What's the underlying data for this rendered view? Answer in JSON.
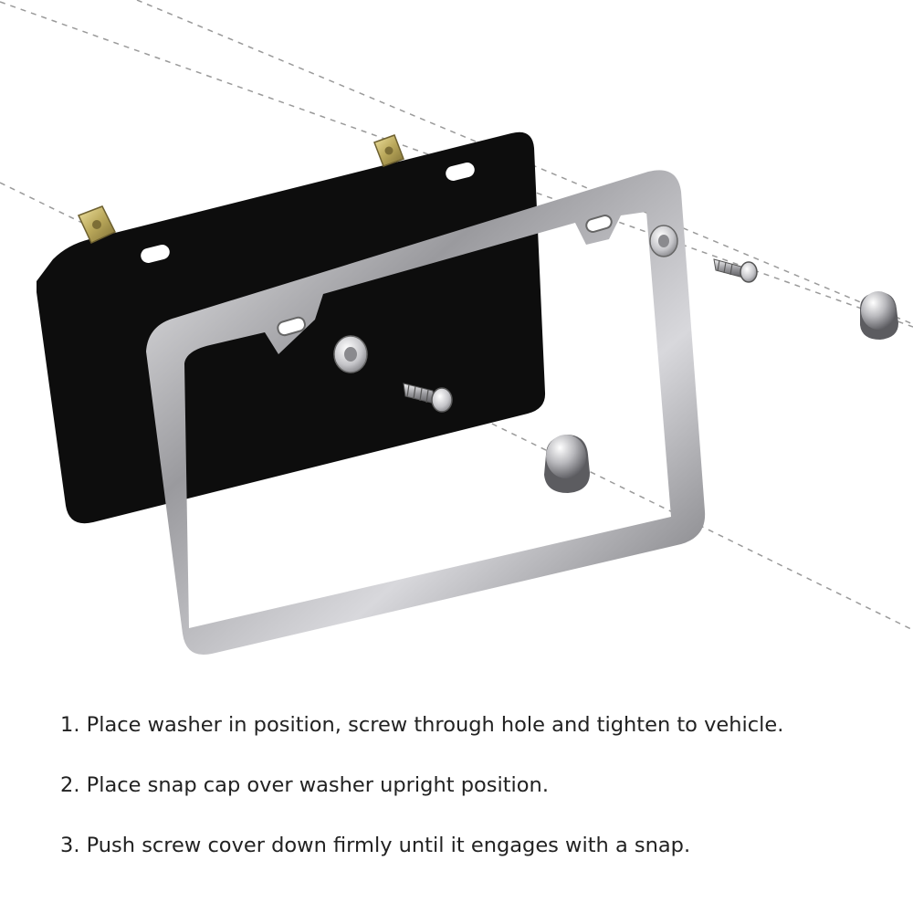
{
  "instructions": {
    "steps": [
      {
        "number": "1.",
        "text": "Place washer in position, screw through hole and tighten to vehicle."
      },
      {
        "number": "2.",
        "text": "Place snap cap over washer upright position."
      },
      {
        "number": "3.",
        "text": "Push screw cover down firmly until it engages with a snap."
      }
    ]
  },
  "colors": {
    "background": "#ffffff",
    "backing_plate": "#0d0d0d",
    "frame": "#8c8c90",
    "frame_highlight": "#e6e6e8",
    "clip": "#c9b86a",
    "guide_line": "#9a9a9a",
    "text": "#222222"
  }
}
